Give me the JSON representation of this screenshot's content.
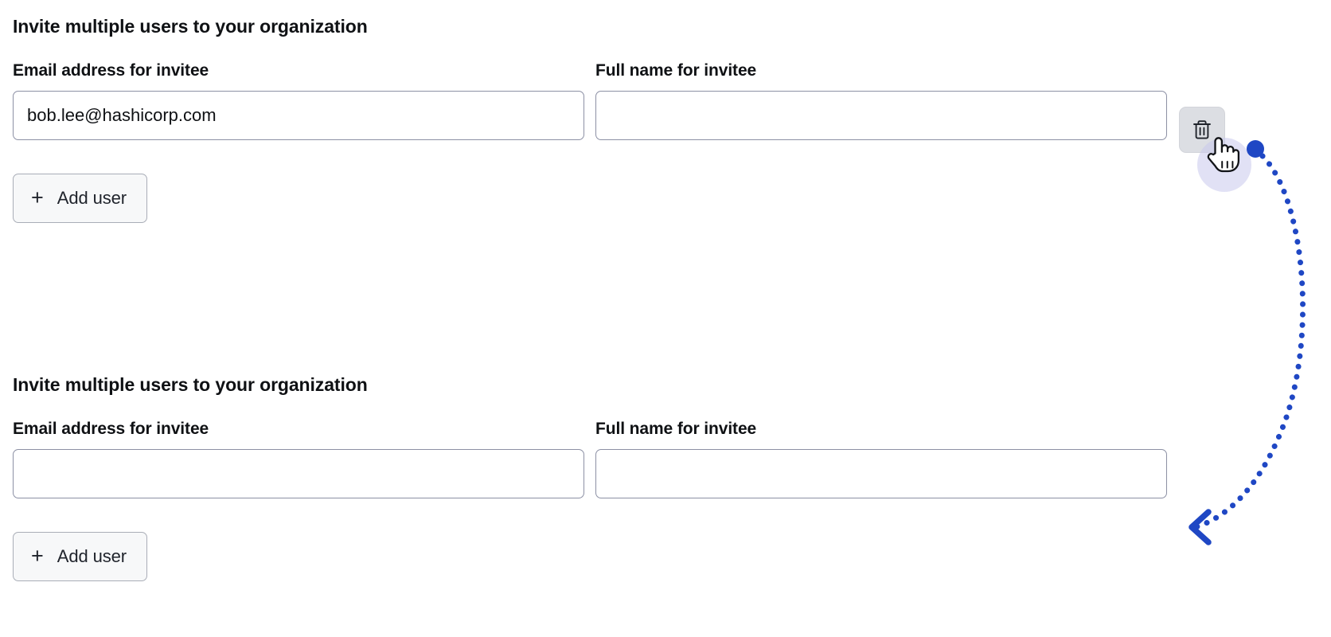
{
  "accent": {
    "annotation_blue": "#1f47c4",
    "cursor_halo": "#c9c9ec",
    "input_border": "#8c90a4",
    "button_bg": "#f7f8f9",
    "remove_button_bg": "#dcdee3"
  },
  "sections": [
    {
      "heading": "Invite multiple users to your organization",
      "email_field": {
        "label": "Email address for invitee",
        "value": "bob.lee@hashicorp.com",
        "placeholder": ""
      },
      "name_field": {
        "label": "Full name for invitee",
        "value": "",
        "placeholder": ""
      },
      "remove_button": {
        "icon": "trash-icon",
        "visible": true
      },
      "add_user_button": {
        "icon": "plus-icon",
        "plus": "+",
        "label": "Add user"
      }
    },
    {
      "heading": "Invite multiple users to your organization",
      "email_field": {
        "label": "Email address for invitee",
        "value": "",
        "placeholder": ""
      },
      "name_field": {
        "label": "Full name for invitee",
        "value": "",
        "placeholder": ""
      },
      "remove_button": {
        "icon": "trash-icon",
        "visible": false
      },
      "add_user_button": {
        "icon": "plus-icon",
        "plus": "+",
        "label": "Add user"
      }
    }
  ],
  "annotation": {
    "cursor": "hand-pointer-cursor",
    "click_marker": "click-dot",
    "arrow": "dotted-curved-arrow",
    "arrow_direction": "down-left"
  }
}
